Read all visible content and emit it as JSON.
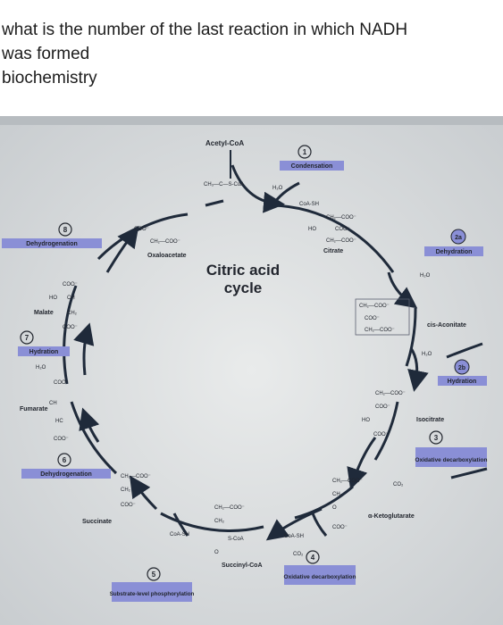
{
  "question": {
    "line1": "what is the number of the last reaction in which NADH",
    "line2": "was formed",
    "line3": "biochemistry"
  },
  "diagram": {
    "center_title_line1": "Citric acid",
    "center_title_line2": "cycle",
    "compounds": {
      "acetyl_coa": "Acetyl-CoA",
      "oxaloacetate": "Oxaloacetate",
      "citrate": "Citrate",
      "cis_aconitate": "cis-Aconitate",
      "isocitrate": "Isocitrate",
      "ketoglutarate": "α-Ketoglutarate",
      "succinyl_coa": "Succinyl-CoA",
      "succinate": "Succinate",
      "fumarate": "Fumarate",
      "malate": "Malate"
    },
    "steps": [
      {
        "number": "1",
        "name": "Condensation"
      },
      {
        "number": "2a",
        "name": "Dehydration"
      },
      {
        "number": "2b",
        "name": "Hydration"
      },
      {
        "number": "3",
        "name": "Oxidative decarboxylation"
      },
      {
        "number": "4",
        "name": "Oxidative decarboxylation"
      },
      {
        "number": "5",
        "name": "Substrate-level phosphorylation"
      },
      {
        "number": "6",
        "name": "Dehydrogenation"
      },
      {
        "number": "7",
        "name": "Hydration"
      },
      {
        "number": "8",
        "name": "Dehydrogenation"
      }
    ],
    "small_labels": {
      "h2o": "H₂O",
      "coa_sh": "CoA-SH",
      "co2": "CO₂",
      "coo": "COO⁻",
      "ch2_coo": "CH₂—COO⁻",
      "ch3_s_coa": "CH₃—C—S-CoA",
      "ho": "HO",
      "oh": "OH",
      "ch": "CH",
      "hc": "HC",
      "ch2": "CH₂",
      "s_coa": "S-CoA",
      "o": "O"
    },
    "colors": {
      "label_fill": "#8a8fd6",
      "text_dark": "#22262e",
      "arrow": "#1f2a3a",
      "photo_bg": "#dcdfe0"
    }
  }
}
